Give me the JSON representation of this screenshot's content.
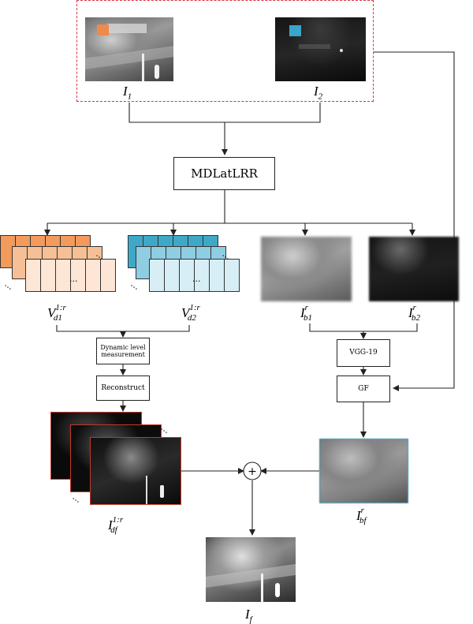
{
  "colors": {
    "dashed_border": "#d9333f",
    "orange_marker": "#ee8a4b",
    "cyan_marker": "#3aa6c9",
    "orange_fill_1": "#f39a5c",
    "orange_fill_2": "#f7bf95",
    "orange_fill_3": "#fde6d5",
    "cyan_fill_1": "#3fa8c8",
    "cyan_fill_2": "#8fcde2",
    "cyan_fill_3": "#d7eef6",
    "detail_border": "#c0392b",
    "base_border": "#2f8fb3"
  },
  "inputs": {
    "i1": {
      "base": "I",
      "sub": "1"
    },
    "i2": {
      "base": "I",
      "sub": "2"
    }
  },
  "mdlatlrr_label": "MDLatLRR",
  "vd1": {
    "base": "V",
    "sup": "1:r",
    "sub": "d1"
  },
  "vd2": {
    "base": "V",
    "sup": "1:r",
    "sub": "d2"
  },
  "ib1": {
    "base": "I",
    "sup": "r",
    "sub": "b1"
  },
  "ib2": {
    "base": "I",
    "sup": "r",
    "sub": "b2"
  },
  "dynamic_label": "Dynamic level measurement",
  "reconstruct_label": "Reconstruct",
  "vgg_label": "VGG-19",
  "gf_label": "GF",
  "idf": {
    "base": "I",
    "sup": "1:r",
    "sub": "df"
  },
  "ibf": {
    "base": "I",
    "sup": "r",
    "sub": "bf"
  },
  "fusion_symbol": "+",
  "if_label": {
    "base": "I",
    "sub": "f"
  },
  "ellipsis": "..."
}
